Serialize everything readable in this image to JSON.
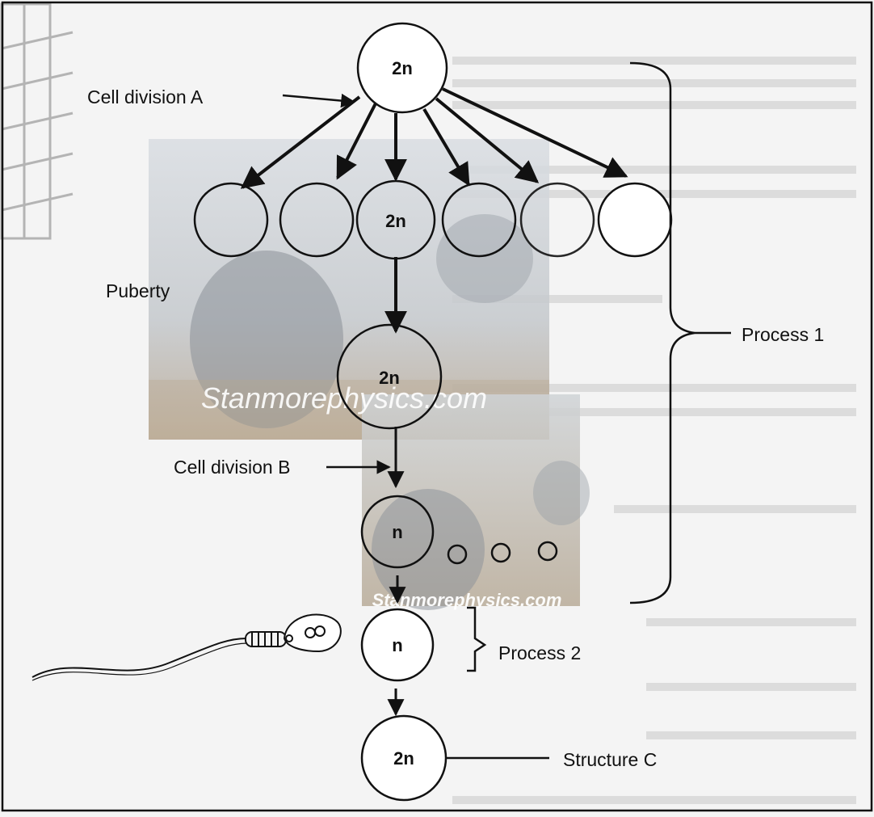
{
  "labels": {
    "cell_division_a": "Cell division A",
    "cell_division_b": "Cell division B",
    "puberty": "Puberty",
    "process_1": "Process 1",
    "process_2": "Process 2",
    "structure_c": "Structure C"
  },
  "cells": {
    "top": "2n",
    "middle_row_center": "2n",
    "primary": "2n",
    "haploid_1": "n",
    "haploid_2": "n",
    "zygote": "2n"
  },
  "watermark": {
    "text_1": "Stanmorephysics.com",
    "text_2": "Stanmorephysics.com"
  },
  "colors": {
    "line": "#111111",
    "cell_fill": "#ffffff",
    "background": "#f4f4f4",
    "photo_tint": "#c9ccd0"
  }
}
